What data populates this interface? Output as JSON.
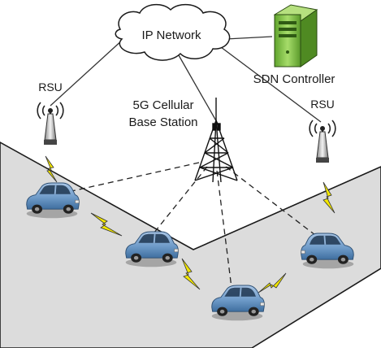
{
  "labels": {
    "ip_network": "IP Network",
    "sdn_controller": "SDN Controller",
    "rsu_left": "RSU",
    "rsu_right": "RSU",
    "base_station_line1": "5G Cellular",
    "base_station_line2": "Base Station"
  },
  "colors": {
    "road_fill": "#dcdcdc",
    "road_edge": "#1a1a1a",
    "cloud_fill": "#ffffff",
    "car_body": "#6f9bc9",
    "car_dark": "#3f6f9f",
    "lightning": "#f2e600",
    "server": "#86c84a",
    "tower": "#111111"
  },
  "icons": [
    "cloud-icon",
    "server-icon",
    "antenna-icon",
    "tower-icon",
    "car-icon",
    "lightning-icon"
  ]
}
